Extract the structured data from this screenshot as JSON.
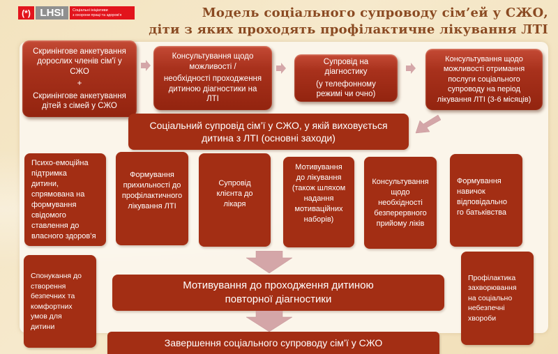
{
  "logo": {
    "mark": "(*)",
    "name": "LHSI",
    "tagline_line1": "Соціальні ініціативи",
    "tagline_line2": "з охорони праці та здоров'я"
  },
  "title": {
    "line1": "Модель соціального супроводу сім’ей у СЖО,",
    "line2": "діти з яких проходять профілактичне лікування ЛТІ"
  },
  "top_row": [
    {
      "lines": [
        "Скринінгове анкетування",
        "дорослих членів сім'ї у",
        "СЖО",
        "+",
        "Скринінгове анкетування",
        "дітей з сімей у СЖО"
      ]
    },
    {
      "lines": [
        "Консультування щодо",
        "можливості /",
        "необхідності проходження",
        "дитиною діагностики на",
        "ЛТІ"
      ]
    },
    {
      "lines": [
        "Супровід на",
        "діагностику",
        "(у телефонному",
        "режимі чи очно)"
      ]
    },
    {
      "lines": [
        "Консультування  щодо",
        "можливості отримання",
        "послуги  соціального",
        "супроводу на період",
        "лікування ЛТІ (3-6 місяців)"
      ]
    }
  ],
  "main_support": {
    "line1": "Соціальний супровід сім’ї у СЖО, у якій виховується",
    "line2": "дитина з ЛТІ  (основні заходи)"
  },
  "measures": [
    {
      "lines": [
        "Психо-емоційна",
        "підтримка",
        "дитини,",
        "спрямована на",
        "формування",
        "свідомого",
        "ставлення до",
        "власного здоров’я"
      ]
    },
    {
      "lines": [
        "Формування",
        "прихильності до",
        "профілактичного",
        "лікування ЛТІ"
      ]
    },
    {
      "lines": [
        "Супровід",
        "клієнта  до",
        "лікаря"
      ]
    },
    {
      "lines": [
        "Мотивування",
        "до лікування",
        "(також шляхом",
        "надання",
        "мотиваційних",
        "наборів)"
      ]
    },
    {
      "lines": [
        "Консультування",
        "щодо",
        "необхідності",
        "безперервного",
        "прийому ліків"
      ]
    },
    {
      "lines": [
        "Формування",
        "навичок",
        "відповідально",
        "го батьківства"
      ]
    }
  ],
  "side_left": {
    "lines": [
      "Спонукання до",
      "створення",
      "безпечних та",
      "комфортних",
      "умов для",
      "дитини"
    ]
  },
  "side_right": {
    "lines": [
      "Профілактика",
      "захворювання",
      "на соціально",
      "небезпечні",
      "хвороби"
    ]
  },
  "motivation": {
    "line1": "Мотивування до проходження дитиною",
    "line2": "повторної діагностики"
  },
  "completion": {
    "label": "Завершення соціального супроводу сім’ї у СЖО"
  },
  "colors": {
    "box_red": "#a32e14",
    "title_brown": "#8a4a22",
    "arrow_pink": "#d4a6a8",
    "background": "#f3e3bf",
    "logo_red": "#e2141c",
    "logo_gray": "#8f8f8f"
  }
}
